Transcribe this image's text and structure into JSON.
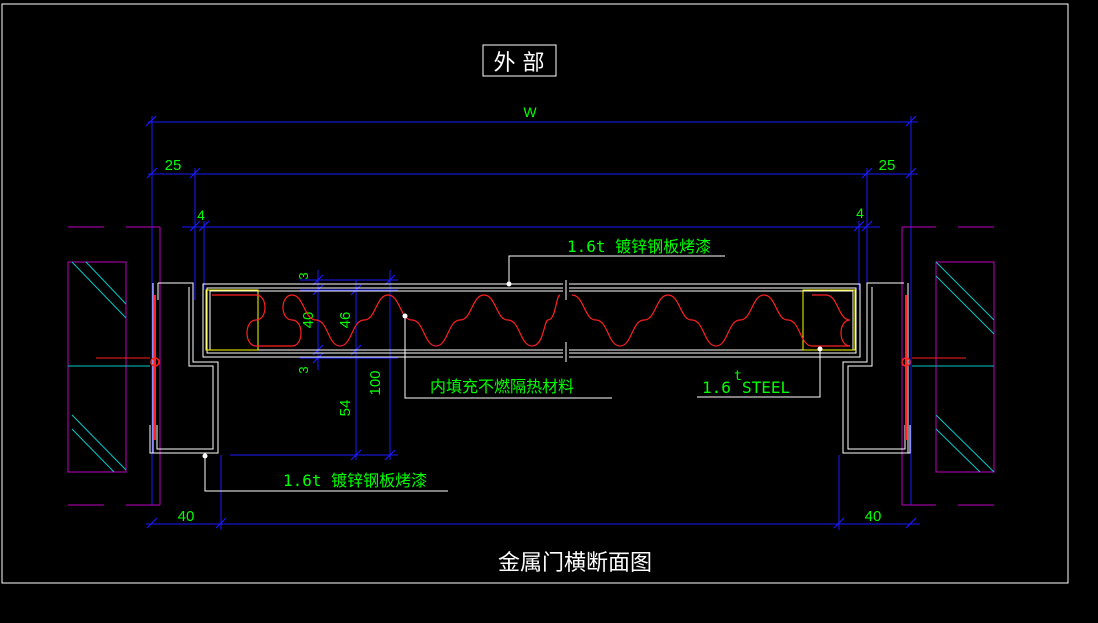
{
  "drawing": {
    "header_label": "外 部",
    "title": "金属门横断面图",
    "callouts": {
      "face_sheet": "1.6t  镀锌钢板烤漆",
      "frame_sheet": "1.6t  镀锌钢板烤漆",
      "infill": "内填充不燃隔热材料",
      "steel_base": "1.6",
      "steel_sup": "t",
      "steel_word": "STEEL"
    },
    "dimensions": {
      "overall": "W",
      "left_offset": "25",
      "right_offset": "25",
      "left_gap": "4",
      "right_gap": "4",
      "left_jamb": "40",
      "right_jamb": "40",
      "leaf_skin": "3",
      "leaf_core": "40",
      "leaf_total": "46",
      "leaf_skin_bottom": "3",
      "frame_depth": "100",
      "frame_return": "54"
    }
  },
  "colors": {
    "background": "#000000",
    "border": "#ffffff",
    "dimension_lines": "#1a1aff",
    "dimension_text": "#00ff00",
    "insulation": "#ff2020",
    "wall": "#c000c0",
    "hatch": "#00c8c8",
    "highlight": "#ffff00"
  }
}
